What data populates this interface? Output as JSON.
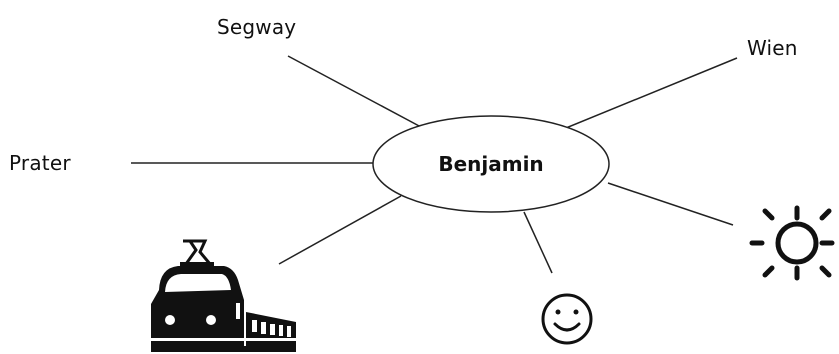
{
  "diagram": {
    "center": {
      "label": "Benjamin"
    },
    "branches": [
      {
        "label": "Segway"
      },
      {
        "label": "Wien"
      },
      {
        "label": "Prater"
      },
      {
        "icon": "train-icon"
      },
      {
        "icon": "smiley-face-icon"
      },
      {
        "icon": "sun-icon"
      }
    ]
  },
  "colors": {
    "stroke": "#222222",
    "icon": "#111111"
  }
}
